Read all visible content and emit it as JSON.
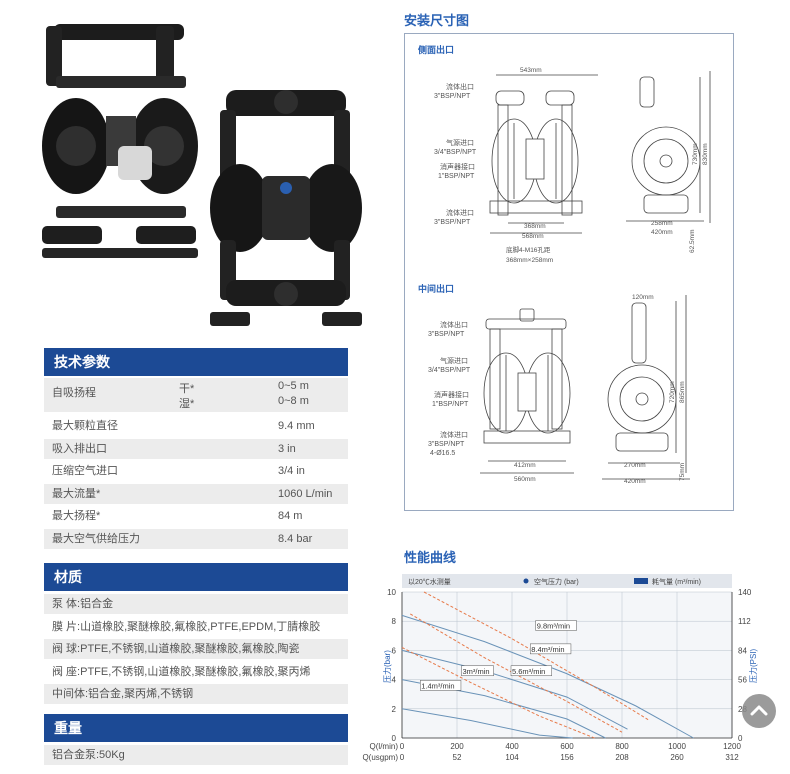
{
  "specs": {
    "title": "技术参数",
    "rows": [
      {
        "label": "自吸扬程",
        "sub1": "干*",
        "sub2": "湿*",
        "value1": "0~5 m",
        "value2": "0~8 m"
      },
      {
        "label": "最大颗粒直径",
        "value": "9.4 mm"
      },
      {
        "label": "吸入排出口",
        "value": "3 in"
      },
      {
        "label": "压缩空气进口",
        "value": "3/4 in"
      },
      {
        "label": "最大流量*",
        "value": "1060 L/min"
      },
      {
        "label": "最大扬程*",
        "value": "84 m"
      },
      {
        "label": "最大空气供给压力",
        "value": "8.4 bar"
      }
    ]
  },
  "materials": {
    "title": "材质",
    "rows": [
      "泵  体:铝合金",
      "膜  片:山道橡胶,聚醚橡胶,氟橡胶,PTFE,EPDM,丁腈橡胶",
      "阀  球:PTFE,不锈钢,山道橡胶,聚醚橡胶,氟橡胶,陶瓷",
      "阀  座:PTFE,不锈钢,山道橡胶,聚醚橡胶,氟橡胶,聚丙烯",
      "中间体:铝合金,聚丙烯,不锈钢"
    ]
  },
  "weight": {
    "title": "重量",
    "row": "铝合金泵:50Kg"
  },
  "install": {
    "title": "安装尺寸图",
    "side": {
      "title": "侧面出口",
      "outlet": [
        "流体出口",
        "3\"BSP/NPT"
      ],
      "air_in": [
        "气源进口",
        "3/4\"BSP/NPT"
      ],
      "muffler": [
        "消声器接口",
        "1\"BSP/NPT"
      ],
      "inlet": [
        "流体进口",
        "3\"BSP/NPT"
      ],
      "w_top": "543mm",
      "w1": "368mm",
      "w2": "568mm",
      "base1": "底脚4-M16孔距",
      "base2": "368mm×258mm",
      "h1": "730mm",
      "h2": "830mm",
      "d1": "258mm",
      "d2": "420mm",
      "h3": "62.5mm"
    },
    "middle": {
      "title": "中间出口",
      "outlet": [
        "流体出口",
        "3\"BSP/NPT"
      ],
      "air_in": [
        "气源进口",
        "3/4\"BSP/NPT"
      ],
      "muffler": [
        "消声器接口",
        "1\"BSP/NPT"
      ],
      "inlet": [
        "流体进口",
        "3\"BSP/NPT",
        "4-Ø16.5"
      ],
      "w1": "412mm",
      "w2": "560mm",
      "top": "120mm",
      "h1": "720mm",
      "h2": "865mm",
      "d1": "270mm",
      "d2": "420mm",
      "h3": "75mm"
    }
  },
  "performance": {
    "title": "性能曲线"
  },
  "chart_data": {
    "type": "line",
    "title": "",
    "legend": [
      "以20℃水测量",
      "空气压力 (bar)",
      "耗气量 (m³/min)"
    ],
    "ylabel_left": "压力(bar)",
    "ylabel_right": "压力(PSI)",
    "xlabel_1": "Q(l/min)",
    "xlabel_2": "Q(usgpm)",
    "xlim": [
      0,
      1200
    ],
    "ylim": [
      0,
      10
    ],
    "x_ticks_lmin": [
      "0",
      "200",
      "400",
      "600",
      "800",
      "1000",
      "1200"
    ],
    "x_ticks_usgpm": [
      "0",
      "52",
      "104",
      "156",
      "208",
      "260",
      "312"
    ],
    "y_ticks_bar": [
      "0",
      "2",
      "4",
      "6",
      "8",
      "10"
    ],
    "y_ticks_psi": [
      "0",
      "28",
      "56",
      "84",
      "112",
      "140"
    ],
    "series": [
      {
        "name": "",
        "kind": "pressure",
        "x": [
          0,
          300,
          600,
          850,
          1060
        ],
        "y": [
          8.4,
          6.6,
          4.4,
          2.2,
          0
        ]
      },
      {
        "name": "",
        "kind": "pressure",
        "x": [
          0,
          300,
          600,
          820
        ],
        "y": [
          6.0,
          4.6,
          2.8,
          0.6
        ]
      },
      {
        "name": "",
        "kind": "pressure",
        "x": [
          0,
          300,
          600,
          740
        ],
        "y": [
          4.0,
          2.9,
          1.3,
          0
        ]
      },
      {
        "name": "",
        "kind": "pressure",
        "x": [
          0,
          250,
          500,
          620
        ],
        "y": [
          2.0,
          1.2,
          0.2,
          0
        ]
      },
      {
        "name": "",
        "kind": "air",
        "x": [
          80,
          400,
          700,
          900
        ],
        "y": [
          10,
          6.8,
          3.5,
          1.2
        ]
      },
      {
        "name": "",
        "kind": "air",
        "x": [
          30,
          300,
          600,
          800
        ],
        "y": [
          8.5,
          5.5,
          2.5,
          0.4
        ]
      },
      {
        "name": "",
        "kind": "air",
        "x": [
          0,
          250,
          500,
          700
        ],
        "y": [
          6.2,
          3.8,
          1.5,
          0
        ]
      }
    ],
    "labels": [
      {
        "text": "9.8m³/min",
        "x": 490,
        "y": 7.5
      },
      {
        "text": "8.4m³/min",
        "x": 470,
        "y": 5.9
      },
      {
        "text": "5.6m³/min",
        "x": 400,
        "y": 4.4
      },
      {
        "text": "3m³/min",
        "x": 220,
        "y": 4.4
      },
      {
        "text": "1.4m³/min",
        "x": 70,
        "y": 3.4
      }
    ],
    "colors": {
      "pressure": "#6a93b8",
      "air": "#e77a4a",
      "grid": "#b8c2cc",
      "axis": "#333333"
    }
  }
}
